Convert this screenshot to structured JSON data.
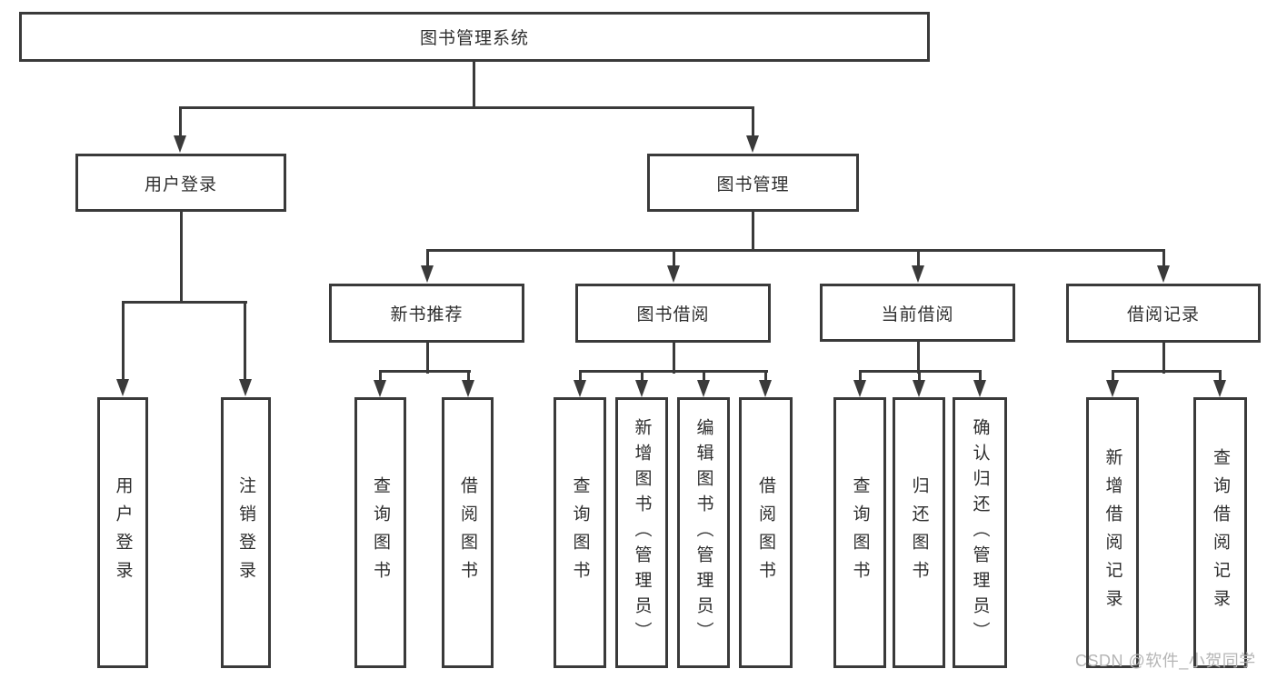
{
  "diagram": {
    "root": "图书管理系统",
    "level2": [
      "用户登录",
      "图书管理"
    ],
    "level3": [
      "新书推荐",
      "图书借阅",
      "当前借阅",
      "借阅记录"
    ],
    "leaves": {
      "login": [
        "用户登录",
        "注销登录"
      ],
      "recommend": [
        "查询图书",
        "借阅图书"
      ],
      "borrow": [
        "查询图书",
        "新增图书（管理员）",
        "编辑图书（管理员）",
        "借阅图书"
      ],
      "current": [
        "查询图书",
        "归还图书",
        "确认归还（管理员）"
      ],
      "records": [
        "新增借阅记录",
        "查询借阅记录"
      ]
    }
  },
  "watermark": "CSDN @软件_小贺同学",
  "colors": {
    "line": "#3a3a3a",
    "text": "#2e2e2e",
    "watermark": "#b5b5b5",
    "background": "#ffffff"
  }
}
